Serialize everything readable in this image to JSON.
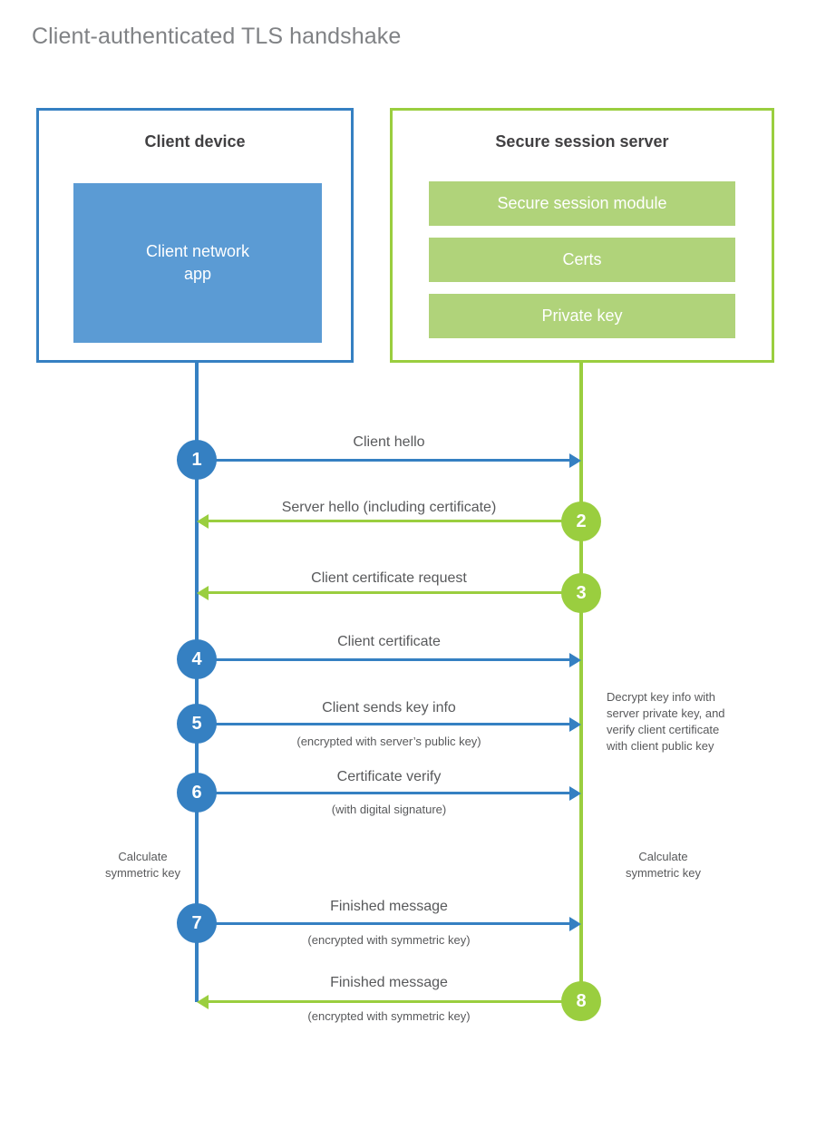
{
  "title": "Client-authenticated TLS handshake",
  "colors": {
    "client_accent": "#3580c2",
    "client_app_fill": "#5b9bd4",
    "server_accent": "#9ace3f",
    "server_bar_fill": "#b0d37a",
    "title_text": "#808285",
    "body_text": "#58595b"
  },
  "actors": {
    "client": {
      "title": "Client device",
      "app_label": "Client network\napp"
    },
    "server": {
      "title": "Secure session server",
      "modules": [
        {
          "label": "Secure session module"
        },
        {
          "label": "Certs"
        },
        {
          "label": "Private key"
        }
      ]
    }
  },
  "messages": [
    {
      "number": "1",
      "label": "Client hello",
      "sub": "",
      "direction": "client-to-server",
      "color": "blue"
    },
    {
      "number": "2",
      "label": "Server hello (including certificate)",
      "sub": "",
      "direction": "server-to-client",
      "color": "green"
    },
    {
      "number": "3",
      "label": "Client certificate request",
      "sub": "",
      "direction": "server-to-client",
      "color": "green"
    },
    {
      "number": "4",
      "label": "Client certificate",
      "sub": "",
      "direction": "client-to-server",
      "color": "blue"
    },
    {
      "number": "5",
      "label": "Client sends key info",
      "sub": "(encrypted with server’s public key)",
      "direction": "client-to-server",
      "color": "blue"
    },
    {
      "number": "6",
      "label": "Certificate verify",
      "sub": "(with digital signature)",
      "direction": "client-to-server",
      "color": "blue"
    },
    {
      "number": "7",
      "label": "Finished message",
      "sub": "(encrypted with symmetric key)",
      "direction": "client-to-server",
      "color": "blue"
    },
    {
      "number": "8",
      "label": "Finished message",
      "sub": "(encrypted with symmetric key)",
      "direction": "server-to-client",
      "color": "green"
    }
  ],
  "notes": {
    "server_decrypt": "Decrypt key info with\nserver private key, and\nverify client certificate\nwith client public key",
    "client_calculate": "Calculate\nsymmetric key",
    "server_calculate": "Calculate\nsymmetric key"
  }
}
